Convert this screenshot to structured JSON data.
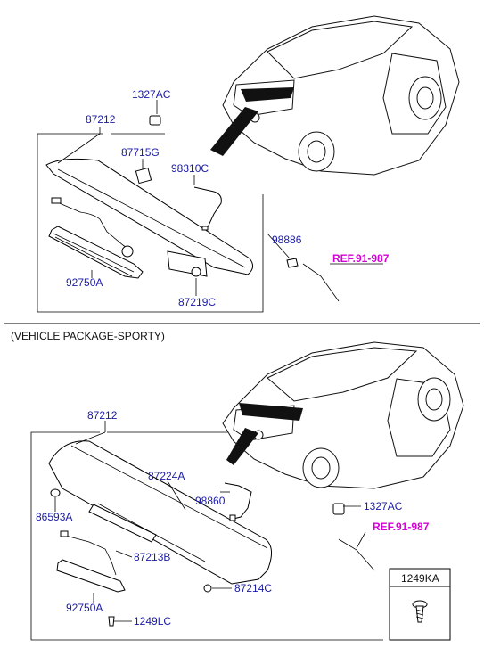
{
  "section1": {
    "labels": {
      "p1327ac": "1327AC",
      "p87212": "87212",
      "p87715g": "87715G",
      "p98310c": "98310C",
      "p98886": "98886",
      "ref": "REF.91-987",
      "p92750a": "92750A",
      "p87219c": "87219C"
    }
  },
  "section2": {
    "heading": "(VEHICLE PACKAGE-SPORTY)",
    "labels": {
      "p87212": "87212",
      "p87224a": "87224A",
      "p98860": "98860",
      "p1327ac": "1327AC",
      "p86593a": "86593A",
      "ref": "REF.91-987",
      "p87213b": "87213B",
      "p87214c": "87214C",
      "p92750a": "92750A",
      "p1249lc": "1249LC"
    },
    "inset_title": "1249KA"
  },
  "colors": {
    "part_number": "#1a1aa6",
    "reference": "#d400d4",
    "outline": "#000000"
  }
}
